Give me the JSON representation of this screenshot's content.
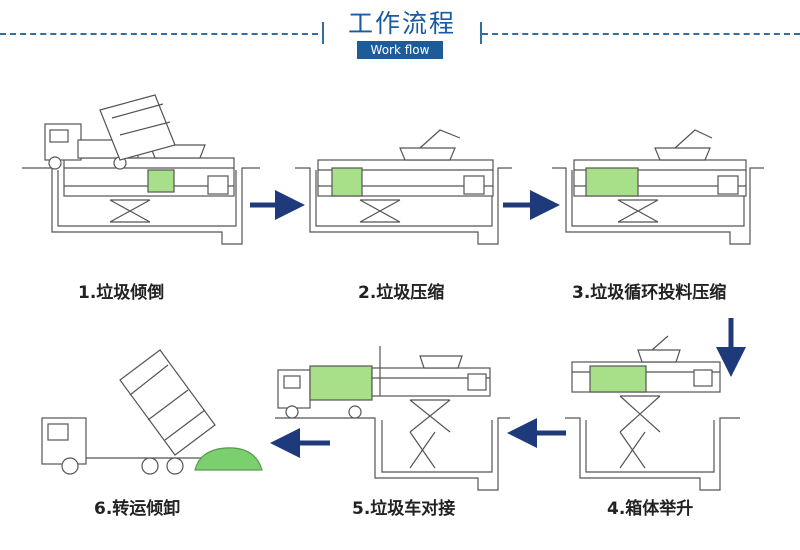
{
  "header": {
    "title": "工作流程",
    "subtitle": "Work flow"
  },
  "steps": [
    {
      "label": "1.垃圾倾倒"
    },
    {
      "label": "2.垃圾压缩"
    },
    {
      "label": "3.垃圾循环投料压缩"
    },
    {
      "label": "4.箱体举升"
    },
    {
      "label": "5.垃圾车对接"
    },
    {
      "label": "6.转运倾卸"
    }
  ],
  "colors": {
    "accent": "#1e5c99",
    "arrow": "#1f3a7a",
    "compressed_garbage": "#a8e08a",
    "garbage_pile": "#7ccf6e"
  }
}
